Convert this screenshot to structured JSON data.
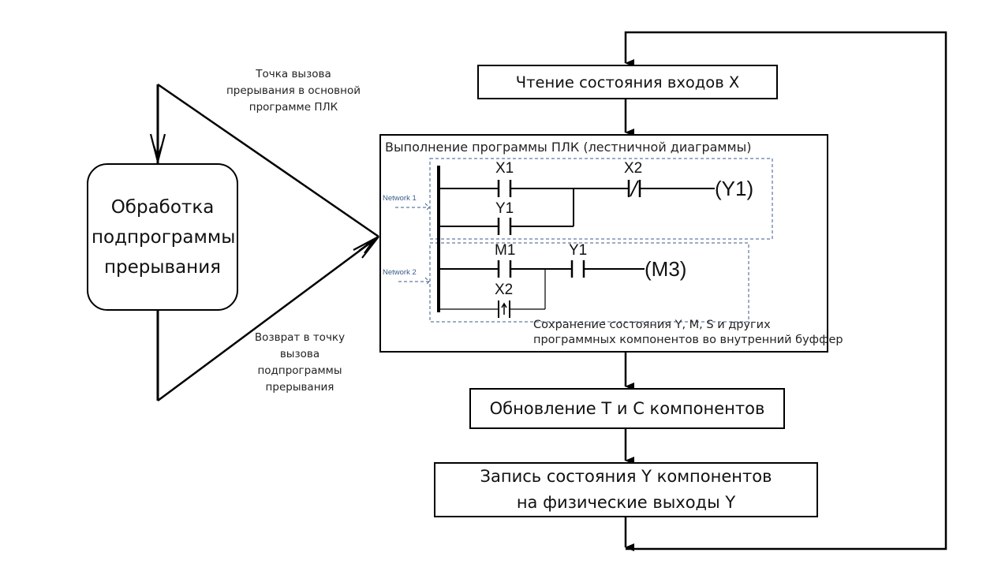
{
  "interrupt": {
    "box_label": "Обработка подпрограммы прерывания",
    "call_point_label": "Точка вызова прерывания в основной программе ПЛК",
    "return_label": "Возврат в точку вызова подпрограммы прерывания"
  },
  "flow": {
    "read_inputs": "Чтение состояния входов X",
    "execute_title": "Выполнение программы ПЛК (лестничной диаграммы)",
    "save_note_line1": "Сохранение состояния Y, M, S и других",
    "save_note_line2": "программных компонентов во внутренний буффер",
    "update_tc": "Обновление T и C компонентов",
    "write_outputs": "Запись состояния Y компонентов на физические выходы Y"
  },
  "ladder": {
    "networks": [
      {
        "label": "Network 1",
        "contacts": [
          {
            "name": "X1",
            "type": "normally-open"
          },
          {
            "name": "Y1",
            "type": "normally-open",
            "parallel": true
          },
          {
            "name": "X2",
            "type": "normally-closed"
          }
        ],
        "coil": "(Y1)"
      },
      {
        "label": "Network 2",
        "contacts": [
          {
            "name": "M1",
            "type": "normally-open"
          },
          {
            "name": "X2",
            "type": "rising-edge",
            "parallel": true
          },
          {
            "name": "Y1",
            "type": "normally-open"
          }
        ],
        "coil": "(M3)"
      }
    ]
  },
  "colors": {
    "line": "#000000",
    "network_dashed": "#3a5a8c",
    "network_label": "#3a5a8c"
  }
}
